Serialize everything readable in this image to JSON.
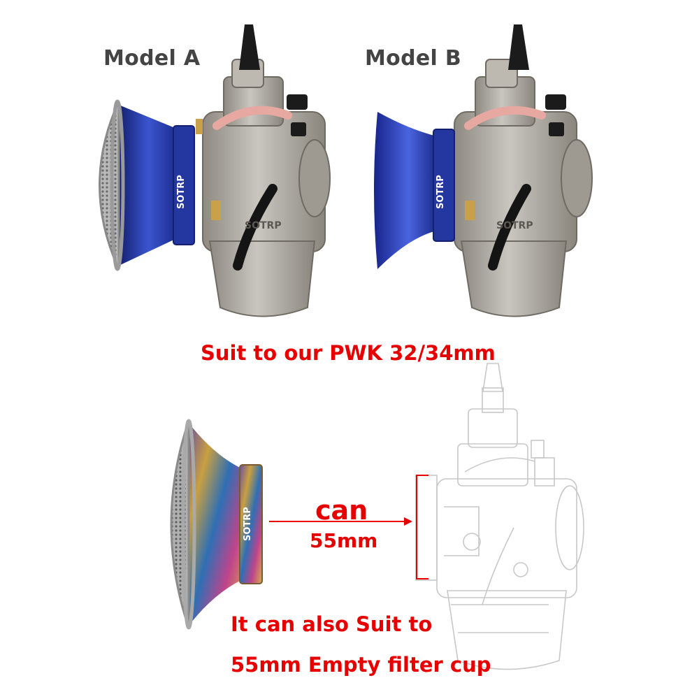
{
  "labels": {
    "model_a": "Model A",
    "model_b": "Model B",
    "suit_caption": "Suit to our PWK 32/34mm",
    "can": "can",
    "size": "55mm",
    "note_line1": "It can also  Suit to",
    "note_line2": "55mm Empty filter cup"
  },
  "brand": {
    "logo_text": "SOTRP",
    "body_marking": "SOTRP"
  },
  "colors": {
    "accent_red": "#e60000",
    "label_gray": "#444444",
    "velocity_stack_blue": "#2a3fa8",
    "carb_body": "#a9a59c"
  }
}
